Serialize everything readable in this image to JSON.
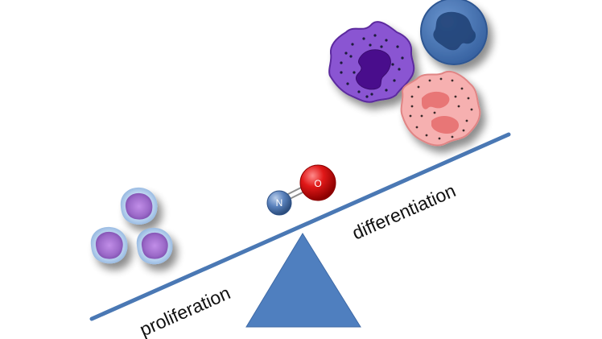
{
  "labels": {
    "left": "proliferation",
    "right": "differentiation"
  },
  "molecule": {
    "atom1": "N",
    "atom2": "O"
  },
  "colors": {
    "beam": "#4a78b4",
    "fulcrum": "#4f7fbf",
    "progenitor_cell": "#9b69c8",
    "progenitor_halo": "#a9c7ea",
    "basophil": "#7a3ec6",
    "basophil_nucleus": "#4a0f8c",
    "eosinophil": "#f3a7a7",
    "eosinophil_nucleus": "#e77a7a",
    "monocyte": "#3f6fb3",
    "nitrogen_atom": "#4c74ad",
    "oxygen_atom": "#d21414"
  }
}
